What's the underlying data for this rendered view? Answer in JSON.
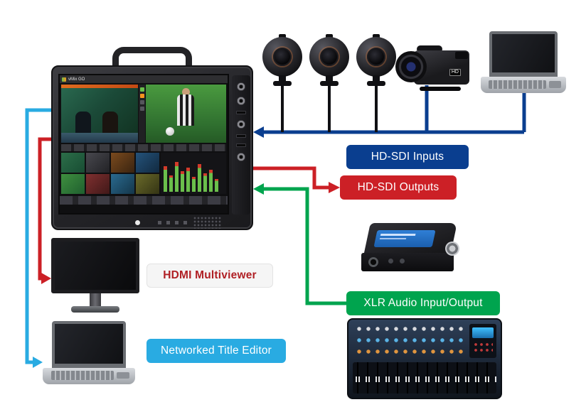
{
  "vmix": {
    "logo": "vMix GO"
  },
  "camcorder": {
    "badge": "HD"
  },
  "labels": {
    "inputs": "HD-SDI Inputs",
    "outputs": "HD-SDI Outputs",
    "multiviewer": "HDMI Multiviewer",
    "xlr": "XLR Audio Input/Output",
    "title_editor": "Networked Title Editor"
  },
  "colors": {
    "input_blue": "#0a3e8f",
    "output_red": "#cc2026",
    "audio_green": "#00a44e",
    "network_cyan": "#29abe2",
    "multiviewer_text_red": "#b01f24"
  }
}
